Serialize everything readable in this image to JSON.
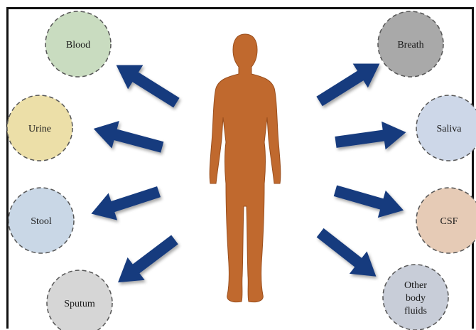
{
  "samples": {
    "blood": {
      "label": "Blood",
      "color": "#c9dcc0"
    },
    "urine": {
      "label": "Urine",
      "color": "#ecdfa8"
    },
    "stool": {
      "label": "Stool",
      "color": "#c9d7e6"
    },
    "sputum": {
      "label": "Sputum",
      "color": "#d6d6d6"
    },
    "breath": {
      "label": "Breath",
      "color": "#a9a9a9"
    },
    "saliva": {
      "label": "Saliva",
      "color": "#cdd7e8"
    },
    "csf": {
      "label": "CSF",
      "color": "#e6cbb6"
    },
    "other": {
      "label_lines": [
        "Other",
        "body",
        "fluids"
      ],
      "color": "#c8cdd8"
    }
  },
  "colors": {
    "body": "#c0692e",
    "arrow": "#163a7e",
    "circle_stroke": "#555555"
  }
}
